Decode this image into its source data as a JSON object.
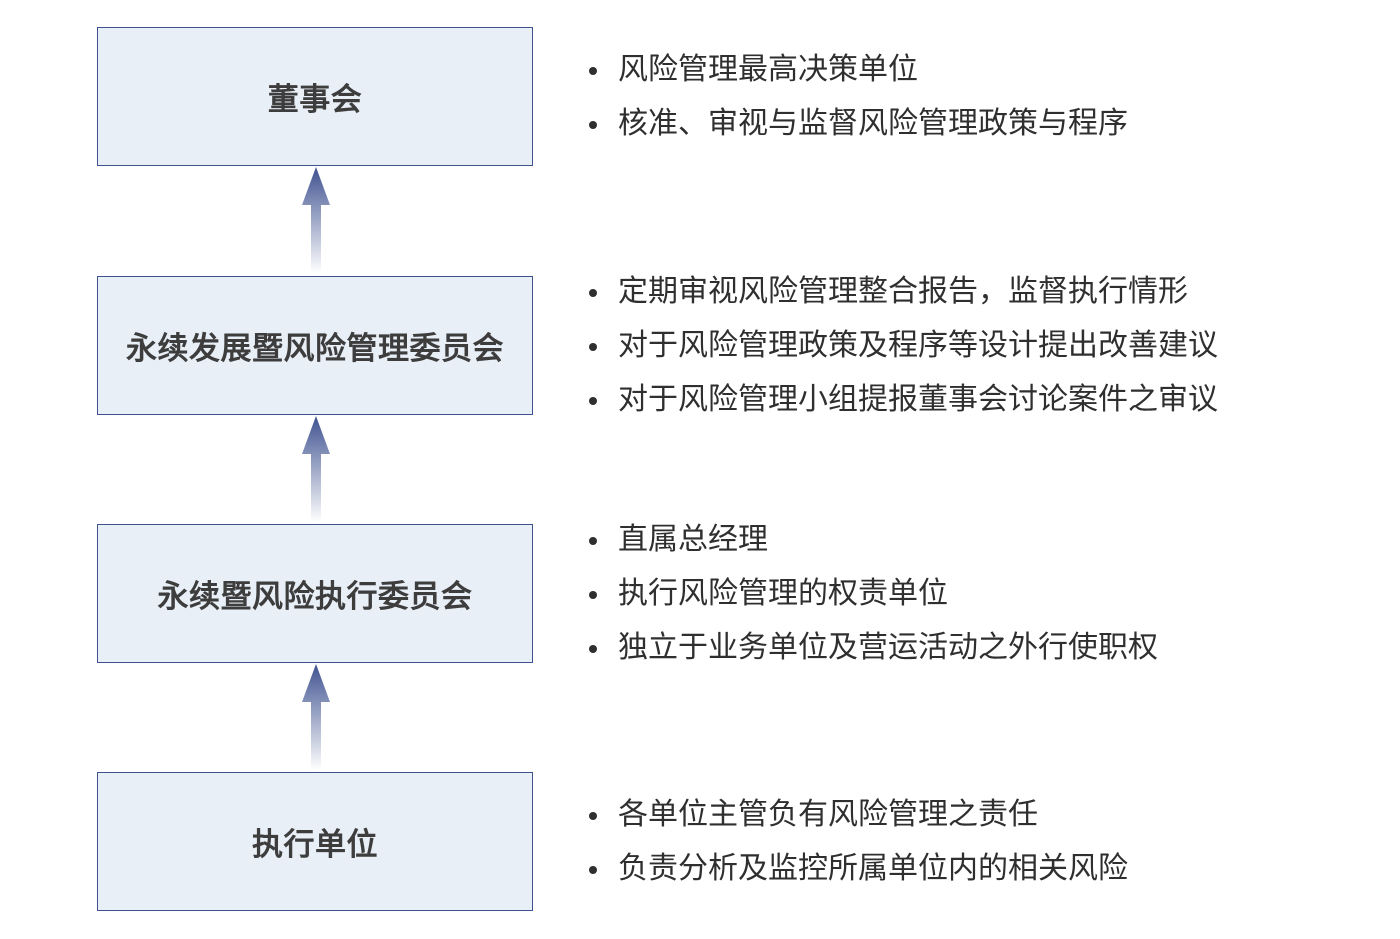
{
  "colors": {
    "box_fill": "#e9eff7",
    "box_border": "#3f5290",
    "arrow_top": "#3f5290",
    "arrow_fade": "#ffffff",
    "text": "#2f2f2f"
  },
  "tiers": [
    {
      "title": "董事会",
      "bullets": [
        "风险管理最高决策单位",
        "核准、审视与监督风险管理政策与程序"
      ]
    },
    {
      "title": "永续发展暨风险管理委员会",
      "bullets": [
        "定期审视风险管理整合报告，监督执行情形",
        "对于风险管理政策及程序等设计提出改善建议",
        "对于风险管理小组提报董事会讨论案件之审议"
      ]
    },
    {
      "title": "永续暨风险执行委员会",
      "bullets": [
        "直属总经理",
        "执行风险管理的权责单位",
        "独立于业务单位及营运活动之外行使职权"
      ]
    },
    {
      "title": "执行单位",
      "bullets": [
        "各单位主管负有风险管理之责任",
        "负责分析及监控所属单位内的相关风险"
      ]
    }
  ]
}
